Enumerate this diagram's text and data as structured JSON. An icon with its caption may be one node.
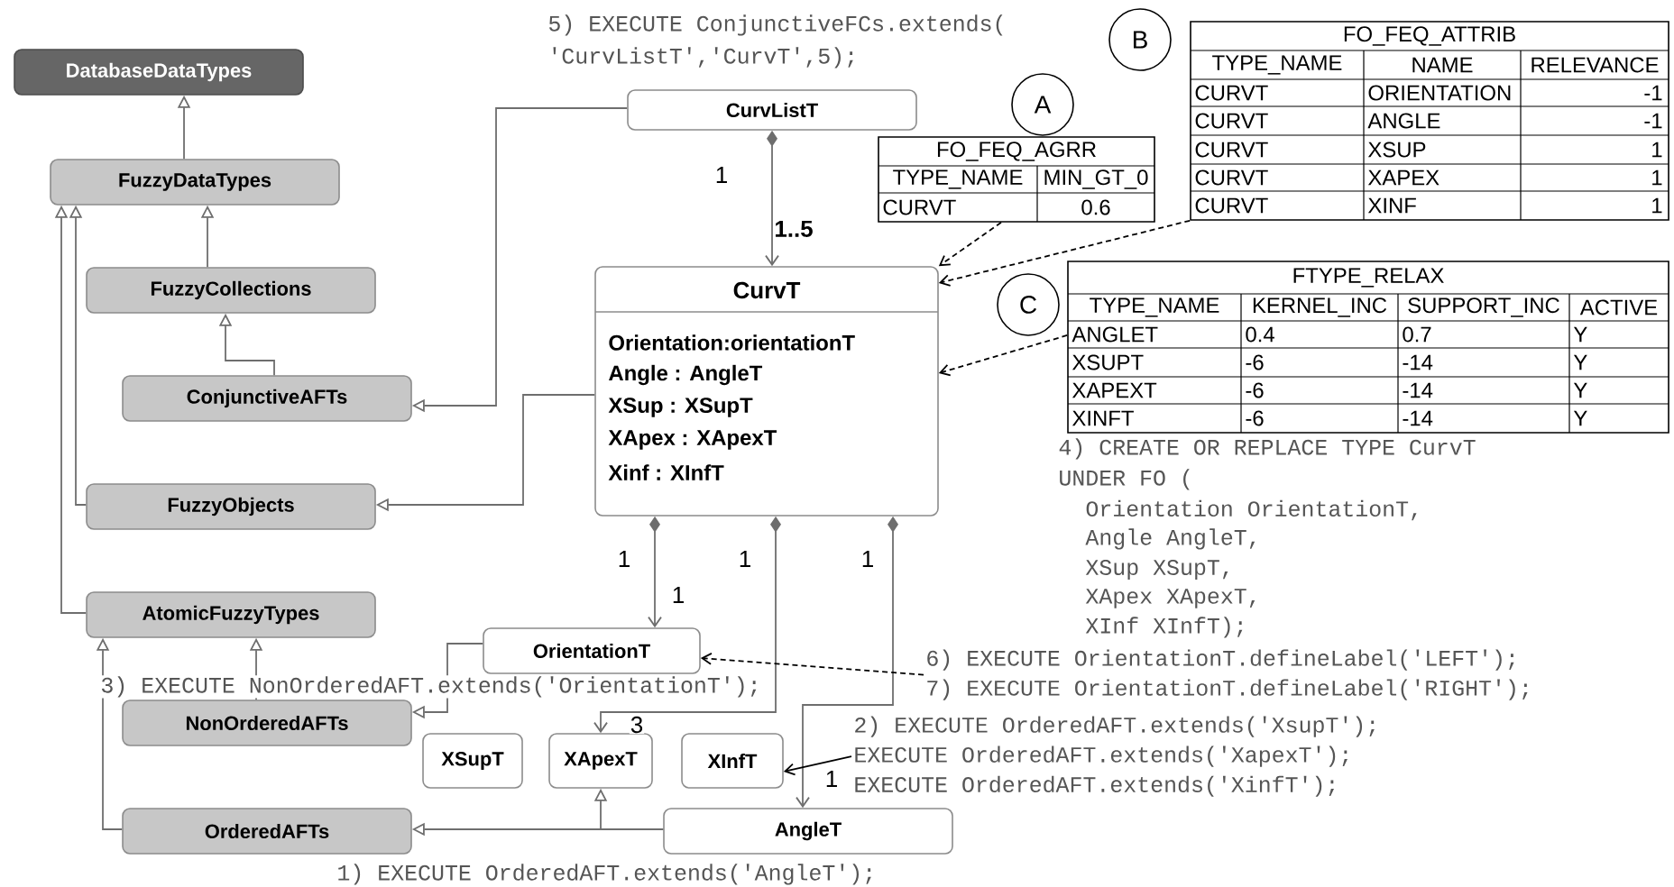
{
  "diagram": {
    "nodes": [
      {
        "text": [
          "DatabaseDataTypes"
        ]
      },
      {
        "text": [
          "FuzzyDataTypes"
        ]
      },
      {
        "text": [
          "FuzzyCollections"
        ]
      },
      {
        "text": [
          "ConjunctiveAFTs"
        ]
      },
      {
        "text": [
          "FuzzyObjects"
        ]
      },
      {
        "text": [
          "AtomicFuzzyTypes"
        ]
      },
      {
        "text": [
          "NonOrderedAFTs"
        ]
      },
      {
        "text": [
          "OrderedAFTs"
        ]
      },
      {
        "text": [
          "CurvListT"
        ]
      },
      {
        "text": [
          "CurvT",
          "Orientation:orientationT",
          "Angle : AngleT",
          "XSup : XSupT",
          "XApex : XApexT",
          "Xinf : XInfT"
        ]
      },
      {
        "text": [
          "OrientationT"
        ]
      },
      {
        "text": [
          "XSupT"
        ]
      },
      {
        "text": [
          "XApexT"
        ]
      },
      {
        "text": [
          "XInfT"
        ]
      },
      {
        "text": [
          "AngleT"
        ]
      },
      {
        "text": [
          "A"
        ]
      },
      {
        "text": [
          "FO_FEQ_AGRR",
          "TYPE_NAME",
          "MIN_GT_0",
          "CURVT",
          "0.6"
        ]
      },
      {
        "text": [
          "B"
        ]
      },
      {
        "text": [
          "FO_FEQ_ATTRIB",
          "TYPE_NAME",
          "NAME",
          "RELEVANCE",
          "CURVT",
          "ORIENTATION",
          "-1",
          "CURVT",
          "ANGLE",
          "-1",
          "CURVT",
          "XSUP",
          "1",
          "CURVT",
          "XAPEX",
          "1",
          "CURVT",
          "XINF",
          "1"
        ]
      },
      {
        "text": [
          "C"
        ]
      },
      {
        "text": [
          "FTYPE_RELAX",
          "TYPE_NAME",
          "KERNEL_INC",
          "SUPPORT_INC",
          "ACTIVE",
          "ANGLET",
          "0.4",
          "0.7",
          "Y",
          "XSUPT",
          "-6",
          "-14",
          "Y",
          "XAPEXT",
          "-6",
          "-14",
          "Y",
          "XINFT",
          "-6",
          "-14",
          "Y"
        ]
      },
      {
        "text": [
          "6) EXECUTE OrientationT.defineLabel('LEFT');",
          "7) EXECUTE OrientationT.defineLabel('RIGHT');"
        ]
      },
      {
        "text": [
          "2) EXECUTE OrderedAFT.extends('XsupT');",
          "EXECUTE OrderedAFT.extends('XapexT');",
          "EXECUTE OrderedAFT.extends('XinfT');"
        ]
      }
    ],
    "edges": [
      {
        "from": 1,
        "to": 0,
        "arrow": "to"
      },
      {
        "from": 2,
        "to": 1,
        "arrow": "to"
      },
      {
        "from": 3,
        "to": 2,
        "arrow": "to"
      },
      {
        "from": 8,
        "to": 3,
        "arrow": "to"
      },
      {
        "from": 4,
        "to": 1,
        "arrow": "to"
      },
      {
        "from": 9,
        "to": 4,
        "arrow": "to"
      },
      {
        "from": 5,
        "to": 1,
        "arrow": "to"
      },
      {
        "from": 6,
        "to": 5,
        "arrow": "to"
      },
      {
        "from": 7,
        "to": 5,
        "arrow": "to"
      },
      {
        "from": 10,
        "to": 6,
        "arrow": "to"
      },
      {
        "from": 14,
        "to": 7,
        "arrow": "to"
      },
      {
        "from": 14,
        "to": 12,
        "arrow": "to"
      },
      {
        "from": 8,
        "to": 9,
        "arrow": "to"
      },
      {
        "from": 9,
        "to": 10,
        "arrow": "to"
      },
      {
        "from": 9,
        "to": 12,
        "arrow": "to"
      },
      {
        "from": 9,
        "to": 14,
        "arrow": "to"
      },
      {
        "from": 16,
        "to": 9,
        "arrow": "to",
        "style": "dashed",
        "color": "#000000"
      },
      {
        "from": 18,
        "to": 9,
        "arrow": "to",
        "style": "dashed",
        "color": "#000000"
      },
      {
        "from": 20,
        "to": 9,
        "arrow": "to",
        "style": "dashed",
        "color": "#000000"
      },
      {
        "from": 21,
        "to": 10,
        "arrow": "to",
        "style": "dashed",
        "color": "#000000"
      },
      {
        "from": 22,
        "to": 13,
        "arrow": "to",
        "color": "#000000"
      }
    ],
    "labels": [
      "5) EXECUTE ConjunctiveFCs.extends(",
      "'CurvListT','CurvT',5);",
      "1",
      "1..5",
      "4) CREATE OR REPLACE TYPE CurvT",
      "UNDER FO (",
      "Orientation OrientationT,",
      "Angle AngleT,",
      "XSup XSupT,",
      "XApex XApexT,",
      "XInf XInfT);",
      "1",
      "1",
      "1",
      "1",
      "3) EXECUTE NonOrderedAFT.extends('OrientationT');",
      "3",
      "1",
      "1) EXECUTE OrderedAFT.extends('AngleT');"
    ]
  }
}
